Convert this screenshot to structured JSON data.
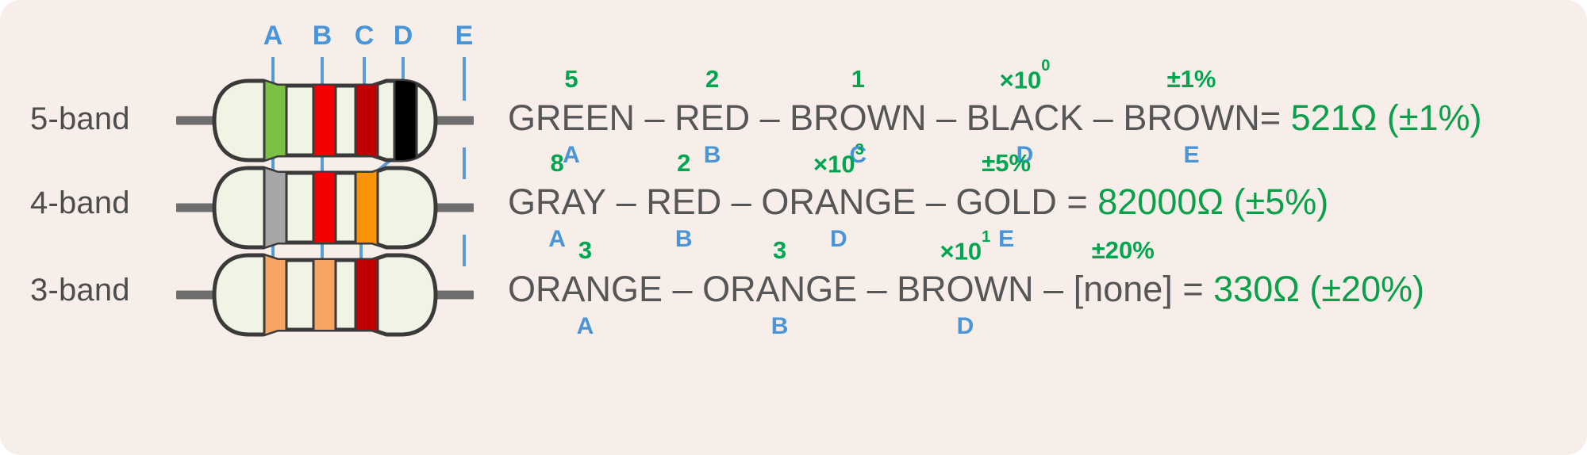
{
  "theme": {
    "background": "#f8eee9",
    "text_gray": "#565656",
    "accent_green": "#00a550",
    "accent_blue": "#4a95d8",
    "body_cream": "#f0f4e4",
    "outline": "#3a3a3a",
    "lead_gray": "#6e6e6e"
  },
  "callouts": {
    "letters": [
      "A",
      "B",
      "C",
      "D",
      "E"
    ]
  },
  "rows": [
    {
      "label": "5-band",
      "bands": [
        {
          "letter": "A",
          "color_name": "GREEN",
          "hex": "#7ac143"
        },
        {
          "letter": "B",
          "color_name": "RED",
          "hex": "#f40000"
        },
        {
          "letter": "C",
          "color_name": "BROWN",
          "hex": "#c00000"
        },
        {
          "letter": "D",
          "color_name": "BLACK",
          "hex": "#000000"
        },
        {
          "letter": "E",
          "color_name": "BROWN",
          "hex": "#c00000"
        }
      ],
      "tokens": [
        {
          "text": "GREEN",
          "ann": "5",
          "ann_sup": "",
          "sub": "A"
        },
        {
          "text": "RED",
          "ann": "2",
          "ann_sup": "",
          "sub": "B"
        },
        {
          "text": "BROWN",
          "ann": "1",
          "ann_sup": "",
          "sub": "C"
        },
        {
          "text": "BLACK",
          "ann": "×10",
          "ann_sup": "0",
          "sub": "D"
        },
        {
          "text": "BROWN",
          "ann": "±1%",
          "ann_sup": "",
          "sub": "E"
        }
      ],
      "equals": "=",
      "result": "521Ω (±1%)"
    },
    {
      "label": "4-band",
      "bands": [
        {
          "letter": "A",
          "color_name": "GRAY",
          "hex": "#a6a6a6"
        },
        {
          "letter": "B",
          "color_name": "RED",
          "hex": "#f40000"
        },
        {
          "letter": "D",
          "color_name": "ORANGE",
          "hex": "#f89406"
        },
        {
          "letter": "E",
          "color_name": "GOLD",
          "hex": "#ffe800"
        }
      ],
      "tokens": [
        {
          "text": "GRAY",
          "ann": "8",
          "ann_sup": "",
          "sub": "A"
        },
        {
          "text": "RED",
          "ann": "2",
          "ann_sup": "",
          "sub": "B"
        },
        {
          "text": "ORANGE",
          "ann": "×10",
          "ann_sup": "3",
          "sub": "D"
        },
        {
          "text": "GOLD",
          "ann": "±5%",
          "ann_sup": "",
          "sub": "E"
        }
      ],
      "equals": "=",
      "result": "82000Ω (±5%)"
    },
    {
      "label": "3-band",
      "bands": [
        {
          "letter": "A",
          "color_name": "ORANGE",
          "hex": "#f5a463"
        },
        {
          "letter": "B",
          "color_name": "ORANGE",
          "hex": "#f5a463"
        },
        {
          "letter": "D",
          "color_name": "BROWN",
          "hex": "#c00000"
        }
      ],
      "tokens": [
        {
          "text": "ORANGE",
          "ann": "3",
          "ann_sup": "",
          "sub": "A"
        },
        {
          "text": "ORANGE",
          "ann": "3",
          "ann_sup": "",
          "sub": "B"
        },
        {
          "text": "BROWN",
          "ann": "×10",
          "ann_sup": "1",
          "sub": "D"
        },
        {
          "text": "[none]",
          "ann": "±20%",
          "ann_sup": "",
          "sub": ""
        }
      ],
      "equals": "=",
      "result": "330Ω (±20%)"
    }
  ]
}
